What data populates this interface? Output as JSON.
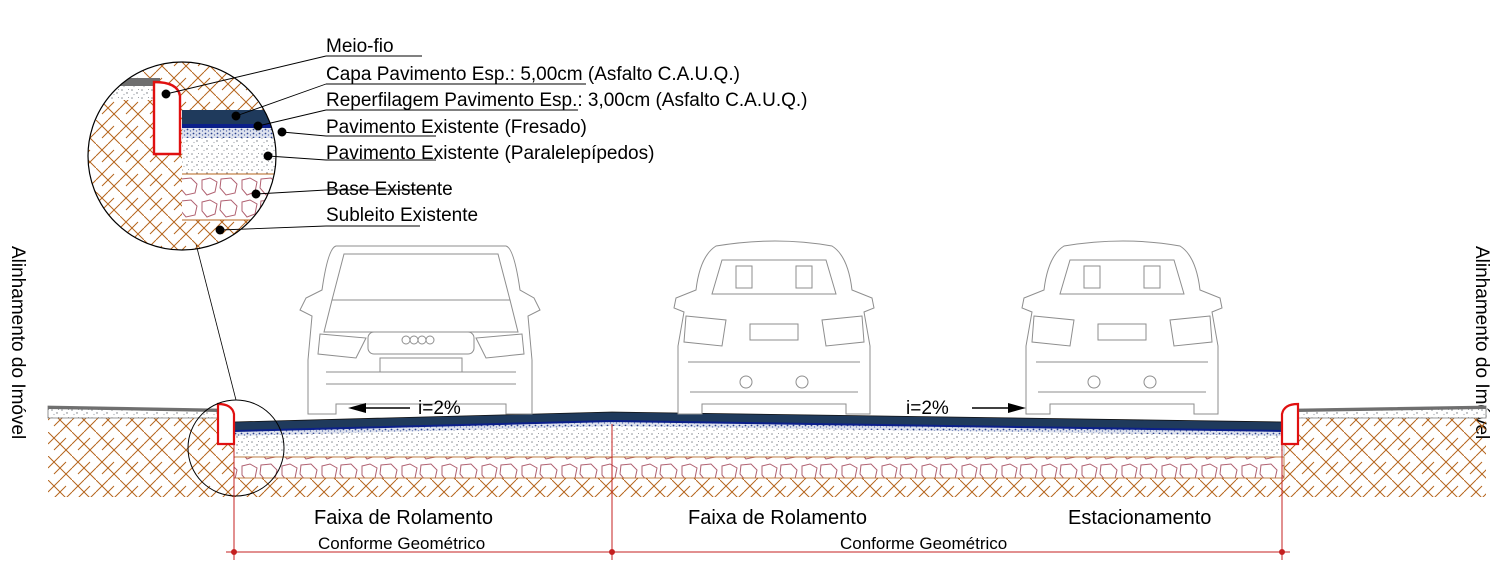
{
  "side_labels": {
    "left": "Alinhamento do Imóvel",
    "right": "Alinhamento do Imóvel"
  },
  "layers": [
    "Meio-fio",
    "Capa Pavimento Esp.: 5,00cm (Asfalto C.A.U.Q.)",
    "Reperfilagem Pavimento Esp.: 3,00cm (Asfalto C.A.U.Q.)",
    "Pavimento Existente (Fresado)",
    "Pavimento Existente (Paralelepípedos)",
    "Base Existente",
    "Subleito Existente"
  ],
  "slopes": {
    "left": "i=2%",
    "right": "i=2%"
  },
  "lanes": [
    "Faixa de Rolamento",
    "Faixa de Rolamento",
    "Estacionamento"
  ],
  "dimensions": [
    "Conforme Geométrico",
    "Conforme Geométrico"
  ],
  "colors": {
    "asphalt": "#1f3a5c",
    "asphalt_edge": "#0b1f8a",
    "curb": "#e01010",
    "soil": "#b5651d",
    "gravel": "#9aa0a8",
    "cobble": "#b06070",
    "dimension": "#c42020"
  },
  "icons": [
    "car-front-icon",
    "car-rear-icon",
    "car-rear-icon",
    "arrow-left-icon",
    "arrow-right-icon"
  ]
}
